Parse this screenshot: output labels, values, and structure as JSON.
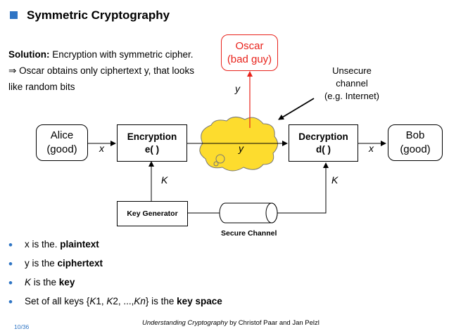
{
  "header": {
    "title": "Symmetric Cryptography"
  },
  "solution": {
    "label": "Solution:",
    "line1": "Encryption with symmetric cipher.",
    "arrow": "⇒",
    "line2": "Oscar obtains only ciphertext y, that looks",
    "line3": "like random bits"
  },
  "diagram": {
    "oscar": {
      "line1": "Oscar",
      "line2": "(bad guy)"
    },
    "alice": {
      "line1": "Alice",
      "line2": "(good)"
    },
    "bob": {
      "line1": "Bob",
      "line2": "(good)"
    },
    "encryption": {
      "line1": "Encryption",
      "line2": "e( )"
    },
    "decryption": {
      "line1": "Decryption",
      "line2": "d( )"
    },
    "key_generator": "Key Generator",
    "secure_channel": "Secure Channel",
    "unsecure": {
      "line1": "Unsecure",
      "line2": "channel",
      "line3": "(e.g. Internet)"
    },
    "x_left": "x",
    "x_right": "x",
    "y_cloud": "y",
    "y_up": "y",
    "k_left": "K",
    "k_right": "K"
  },
  "bullets": {
    "b1": {
      "pre": "x is the. ",
      "bold": "plaintext"
    },
    "b2": {
      "pre": "y is the ",
      "bold": "ciphertext"
    },
    "b3": {
      "var": "K",
      "mid": " is the ",
      "bold": "key"
    },
    "b4": {
      "a": "Set of all keys {",
      "k1": "K",
      "n1": "1, ",
      "k2": "K",
      "n2": "2, ...,",
      "kn": "Kn",
      "b": "} is the ",
      "bold": "key space"
    },
    "dot": "•"
  },
  "footer": {
    "book": "Understanding Cryptography",
    "rest": " by Christof Paar and Jan Pelzl"
  },
  "page": "10/36",
  "colors": {
    "accent": "#2e74c4",
    "oscar": "#e8231c",
    "cloud": "#fddc2e"
  }
}
